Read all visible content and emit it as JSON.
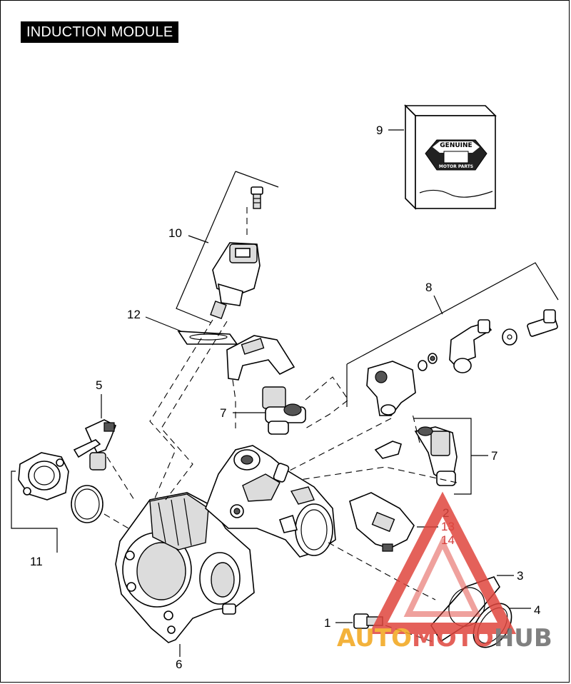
{
  "title": "INDUCTION MODULE",
  "callouts": {
    "c1": "1",
    "c2": "2",
    "c3": "3",
    "c4": "4",
    "c5": "5",
    "c6": "6",
    "c7a": "7",
    "c7b": "7",
    "c8": "8",
    "c9": "9",
    "c10": "10",
    "c11": "11",
    "c12": "12",
    "c13": "13",
    "c14": "14"
  },
  "badge": {
    "top": "GENUINE",
    "bottom": "MOTOR PARTS"
  },
  "watermark": {
    "part1": "AUTO",
    "part2": "MOTO",
    "part3": "HUB",
    "color_orange": "#f2a51a",
    "color_red": "#e0463e",
    "color_gray": "#6b6b6b"
  }
}
